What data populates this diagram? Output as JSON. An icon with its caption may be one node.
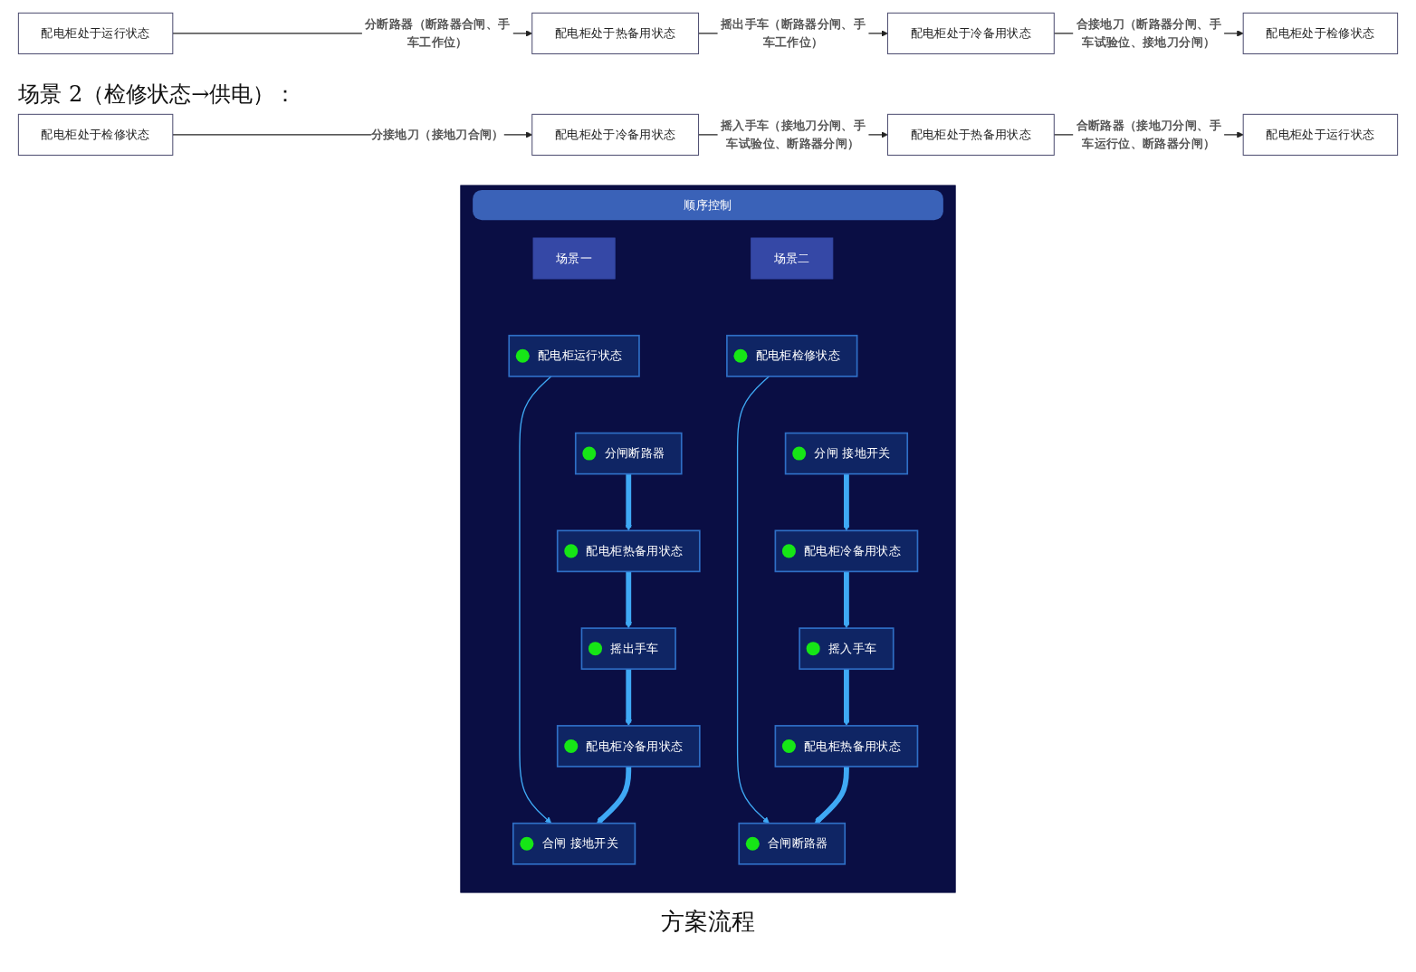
{
  "diagram": {
    "caption": "方案流程",
    "nodes": [
      {
        "text": [
          "配电柜处于运行状态"
        ]
      },
      {
        "text": [
          "配电柜处于热备用状态"
        ]
      },
      {
        "text": [
          "配电柜处于冷备用状态"
        ]
      },
      {
        "text": [
          "配电柜处于检修状态"
        ]
      },
      {
        "text": [
          "配电柜处于检修状态"
        ]
      },
      {
        "text": [
          "配电柜处于冷备用状态"
        ]
      },
      {
        "text": [
          "配电柜处于热备用状态"
        ]
      },
      {
        "text": [
          "配电柜处于运行状态"
        ]
      },
      {
        "text": [
          "顺序控制"
        ]
      },
      {
        "text": [
          "场景一"
        ],
        "in": 8
      },
      {
        "text": [
          "配电柜运行状态"
        ],
        "in": 8
      },
      {
        "text": [
          "分闸断路器"
        ],
        "in": 8
      },
      {
        "text": [
          "配电柜热备用状态"
        ],
        "in": 8
      },
      {
        "text": [
          "摇出手车"
        ],
        "in": 8
      },
      {
        "text": [
          "配电柜冷备用状态"
        ],
        "in": 8
      },
      {
        "text": [
          "合闸 接地开关"
        ],
        "in": 8
      },
      {
        "text": [
          "场景二"
        ],
        "in": 8
      },
      {
        "text": [
          "配电柜检修状态"
        ],
        "in": 8
      },
      {
        "text": [
          "分闸 接地开关"
        ],
        "in": 8
      },
      {
        "text": [
          "配电柜冷备用状态"
        ],
        "in": 8
      },
      {
        "text": [
          "摇入手车"
        ],
        "in": 8
      },
      {
        "text": [
          "配电柜热备用状态"
        ],
        "in": 8
      },
      {
        "text": [
          "合闸断路器"
        ],
        "in": 8
      }
    ],
    "edges": [
      {
        "from": 0,
        "to": 1,
        "arrow": "to",
        "label": "分断路器（断路器合闸、手车工作位）",
        "color": "#222222"
      },
      {
        "from": 1,
        "to": 2,
        "arrow": "to",
        "label": "摇出手车（断路器分闸、手车工作位）",
        "color": "#222222"
      },
      {
        "from": 2,
        "to": 3,
        "arrow": "to",
        "label": "合接地刀（断路器分闸、手车试验位、接地刀分闸）",
        "color": "#222222"
      },
      {
        "from": 4,
        "to": 5,
        "arrow": "to",
        "label": "分接地刀（接地刀合闸）",
        "color": "#222222"
      },
      {
        "from": 5,
        "to": 6,
        "arrow": "to",
        "label": "摇入手车（接地刀分闸、手车试验位、断路器分闸）",
        "color": "#222222"
      },
      {
        "from": 6,
        "to": 7,
        "arrow": "to",
        "label": "合断路器（接地刀分闸、手车运行位、断路器分闸）",
        "color": "#222222"
      },
      {
        "from": 10,
        "to": 15,
        "arrow": "to"
      },
      {
        "from": 11,
        "to": 12,
        "arrow": "to",
        "style": "thick"
      },
      {
        "from": 12,
        "to": 13,
        "arrow": "to",
        "style": "thick"
      },
      {
        "from": 13,
        "to": 14,
        "arrow": "to",
        "style": "thick"
      },
      {
        "from": 14,
        "to": 15,
        "arrow": "to",
        "style": "thick"
      },
      {
        "from": 17,
        "to": 22,
        "arrow": "to"
      },
      {
        "from": 18,
        "to": 19,
        "arrow": "to",
        "style": "thick"
      },
      {
        "from": 19,
        "to": 20,
        "arrow": "to",
        "style": "thick"
      },
      {
        "from": 20,
        "to": 21,
        "arrow": "to",
        "style": "thick"
      },
      {
        "from": 21,
        "to": 22,
        "arrow": "to",
        "style": "thick"
      }
    ],
    "labels": [
      "场景 2（检修状态→供电）："
    ]
  }
}
